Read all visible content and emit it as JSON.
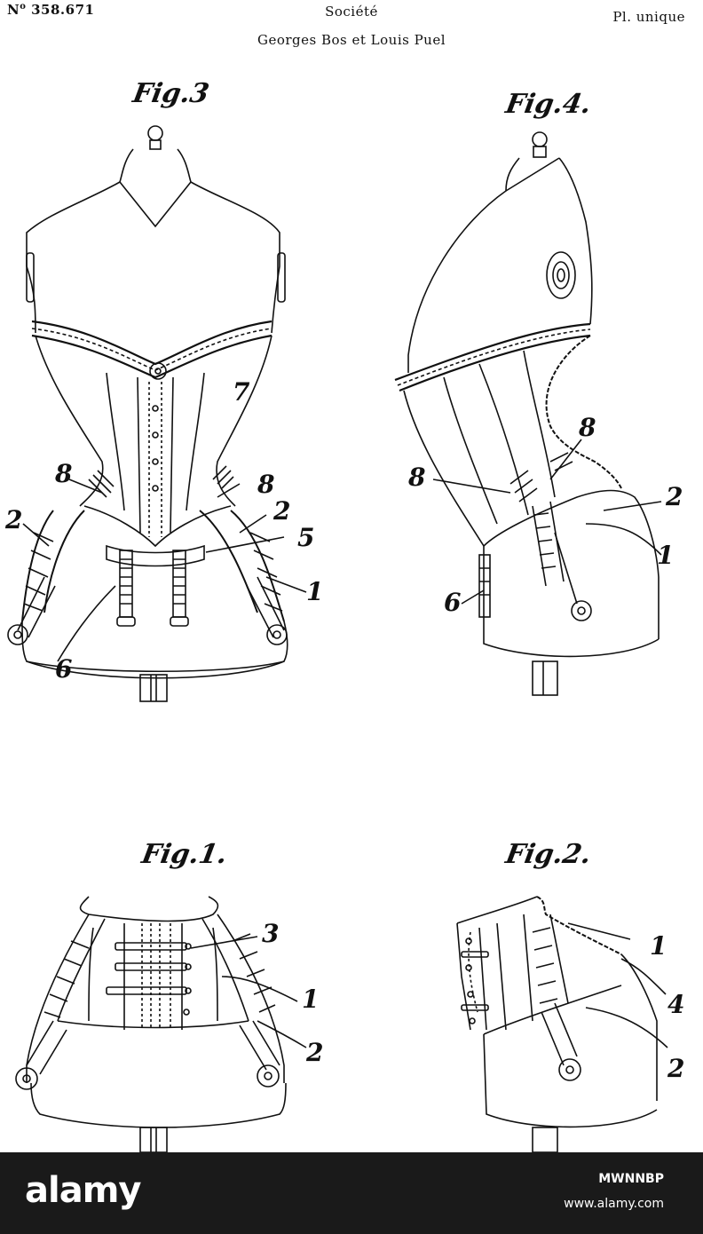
{
  "header": {
    "patent_prefix": "N",
    "patent_suffix": "o",
    "patent_number": "358.671",
    "line1": "Société",
    "line2": "Georges Bos et Louis Puel",
    "plate": "Pl. unique"
  },
  "figures": {
    "fig3": {
      "label": "Fig.3",
      "numbers": [
        "7",
        "8",
        "8",
        "2",
        "2",
        "5",
        "1",
        "6"
      ]
    },
    "fig4": {
      "label": "Fig.4.",
      "numbers": [
        "8",
        "8",
        "2",
        "1",
        "6"
      ]
    },
    "fig1": {
      "label": "Fig.1.",
      "numbers": [
        "3",
        "1",
        "2"
      ]
    },
    "fig2": {
      "label": "Fig.2.",
      "numbers": [
        "1",
        "4",
        "2"
      ]
    }
  },
  "footer": {
    "brand": "alamy",
    "image_id": "MWNNBP",
    "url": "www.alamy.com"
  },
  "colors": {
    "ink": "#111111",
    "paper": "#ffffff",
    "footer_bg": "#1a1a1a",
    "footer_text": "#ffffff"
  }
}
